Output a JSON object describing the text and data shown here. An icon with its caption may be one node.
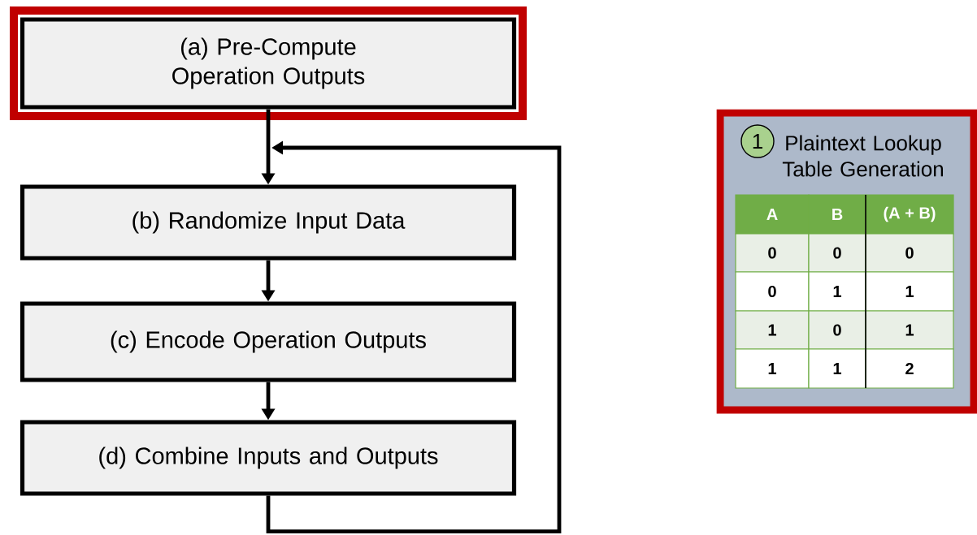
{
  "diagram": {
    "nodes": [
      {
        "text": [],
        "shape": "box"
      },
      {
        "text": [
          "(a) Pre-Compute Operation Outputs"
        ],
        "in": 0
      },
      {
        "text": [
          "(b) Randomize Input Data"
        ]
      },
      {
        "text": [
          "(c) Encode Operation Outputs"
        ]
      },
      {
        "text": [
          "(d) Combine Inputs and Outputs"
        ]
      },
      {
        "text": [
          "Plaintext Lookup Table Generation"
        ]
      },
      {
        "text": [
          "1"
        ],
        "in": 5
      }
    ],
    "edges": [
      {
        "from": 1,
        "to": 2,
        "arrow": "to"
      },
      {
        "from": 2,
        "to": 3,
        "arrow": "to"
      },
      {
        "from": 3,
        "to": 4,
        "arrow": "to"
      },
      {
        "from": 4,
        "to": 2,
        "arrow": "to"
      }
    ],
    "labels": [
      "A",
      "B",
      "(A + B)",
      "0",
      "0",
      "0",
      "0",
      "1",
      "1",
      "1",
      "0",
      "1",
      "1",
      "1",
      "2"
    ]
  }
}
